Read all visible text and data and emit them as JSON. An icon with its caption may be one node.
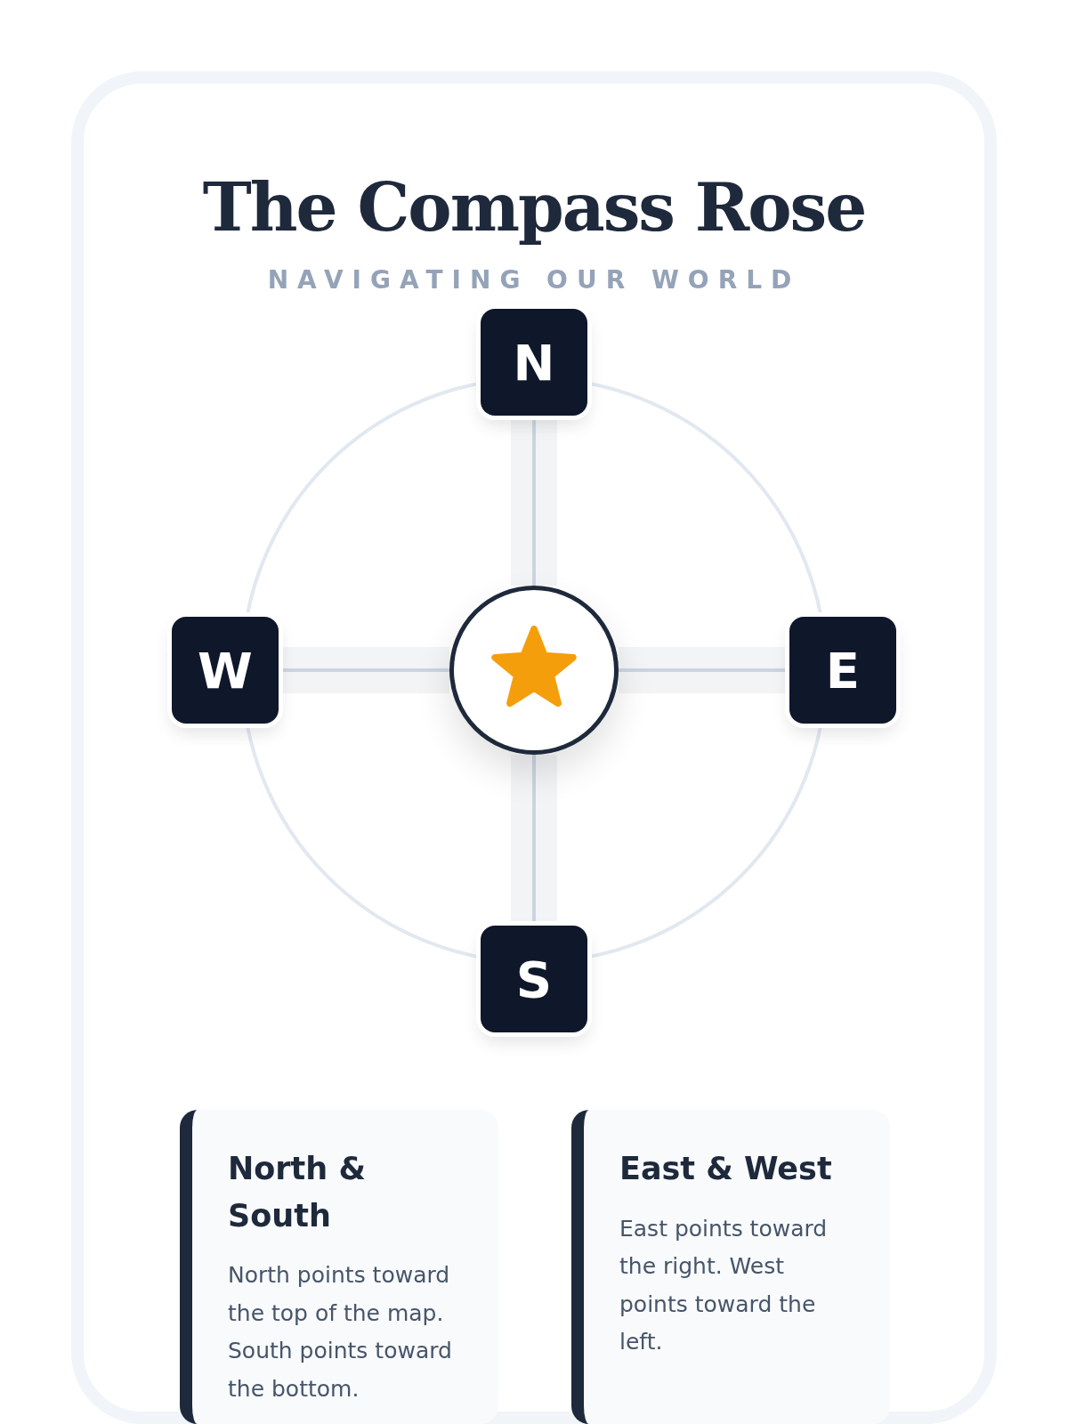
{
  "diagram": {
    "title": "The Compass Rose",
    "nodes": [
      {
        "text": [
          "N"
        ]
      },
      {
        "text": [
          "W"
        ]
      },
      {
        "text": [],
        "shape": "circle"
      },
      {
        "text": [
          "E"
        ]
      },
      {
        "text": [
          "S"
        ]
      },
      {
        "text": [
          "North & South",
          "North points toward the top of the map. South points toward the bottom."
        ]
      },
      {
        "text": [
          "East & West",
          "East points toward the right. West points toward the left."
        ]
      }
    ],
    "edges": [
      {
        "from": 2,
        "to": 0,
        "arrow": "none"
      },
      {
        "from": 2,
        "to": 1,
        "arrow": "none"
      },
      {
        "from": 2,
        "to": 3,
        "arrow": "none"
      },
      {
        "from": 2,
        "to": 4,
        "arrow": "none"
      }
    ],
    "labels": [
      "NAVIGATING OUR WORLD"
    ]
  }
}
